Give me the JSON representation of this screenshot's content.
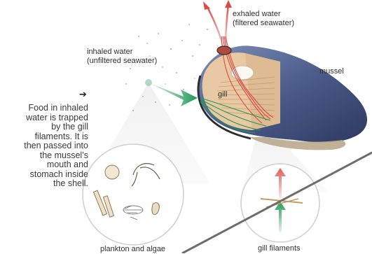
{
  "labels": {
    "exhaled": [
      "exhaled water",
      "(filtered seawater)"
    ],
    "inhaled": [
      "inhaled water",
      "(unfiltered seawater)"
    ],
    "mussel": "mussel",
    "gill": "gill",
    "plankton": "plankton and algae",
    "gill_filaments": "gill filaments"
  },
  "caption": {
    "arrow_icon": "arrow-right-icon",
    "lines": [
      "Food in inhaled",
      "water is trapped",
      "by the gill",
      "filaments. It is",
      "then passed into",
      "the mussel’s",
      "mouth and",
      "stomach inside",
      "the shell."
    ]
  },
  "colors": {
    "exhaled_arrow": "#d94a45",
    "inhaled_arrow": "#1f9a55",
    "shell_blue": "#4a5a88",
    "flesh": "#e9c9a3",
    "divider": "#6d6d6d"
  }
}
